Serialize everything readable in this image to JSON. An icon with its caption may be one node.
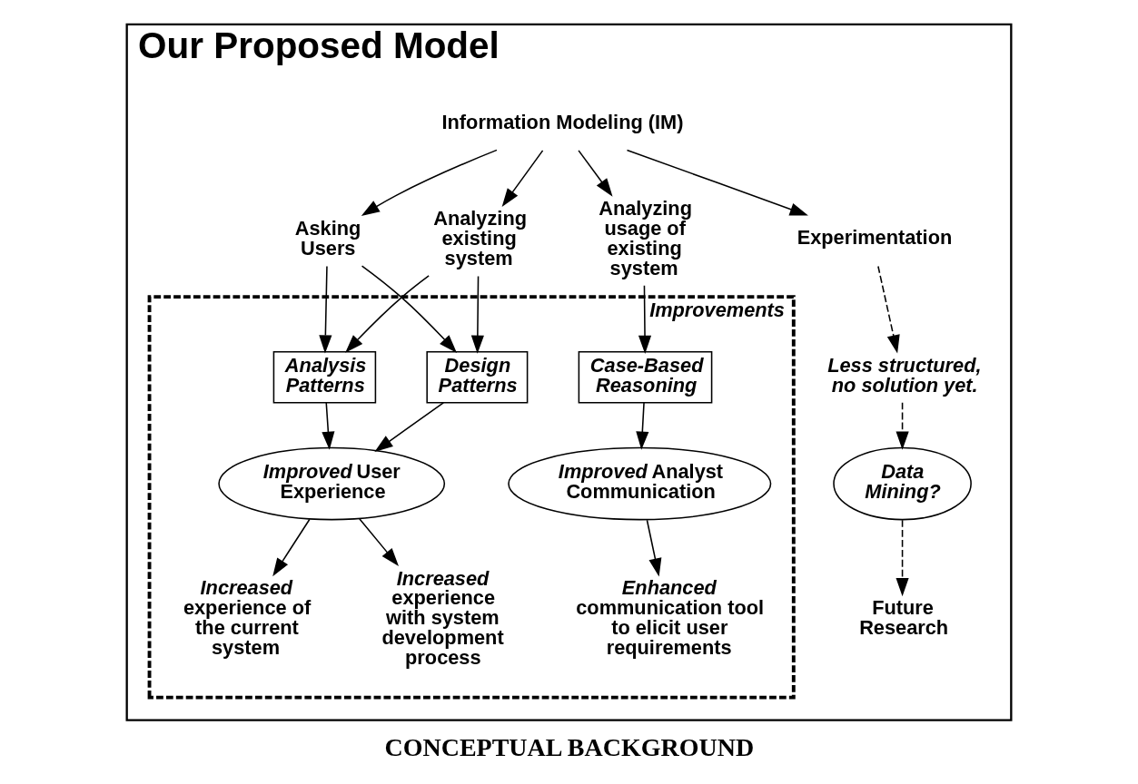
{
  "diagram": {
    "caption": "CONCEPTUAL BACKGROUND",
    "nodes": [
      {
        "text": [
          "Our Proposed Model"
        ]
      },
      {
        "text": [
          "Information Modeling (IM)"
        ],
        "in": 0
      },
      {
        "text": [
          "Asking Users"
        ],
        "in": 0
      },
      {
        "text": [
          "Analyzing existing system"
        ],
        "in": 0
      },
      {
        "text": [
          "Analyzing usage of existing system"
        ],
        "in": 0
      },
      {
        "text": [
          "Experimentation"
        ],
        "in": 0
      },
      {
        "text": [
          "Improvements"
        ],
        "in": 0
      },
      {
        "text": [
          "Design Patterns"
        ],
        "in": 6
      },
      {
        "text": [
          "Analysis Patterns"
        ],
        "in": 6
      },
      {
        "text": [
          "Case-Based Reasoning"
        ],
        "in": 6
      },
      {
        "text": [
          "*Improved* User Experience"
        ],
        "in": 6
      },
      {
        "text": [
          "*Improved* Analyst Communication"
        ],
        "in": 6
      },
      {
        "text": [
          "*Increased* experience of the current system"
        ],
        "in": 6
      },
      {
        "text": [
          "*Increased* experience with system development process"
        ],
        "in": 6
      },
      {
        "text": [
          "*Enhanced* communication tool to elicit user requirements"
        ],
        "in": 6
      },
      {
        "text": [
          "Less structured, no solution yet."
        ],
        "in": 0
      },
      {
        "text": [
          "Data Mining?"
        ],
        "in": 0
      },
      {
        "text": [
          "Future Research"
        ],
        "in": 0
      }
    ],
    "edges": [
      {
        "from": 1,
        "to": 2,
        "arrow": "to"
      },
      {
        "from": 1,
        "to": 3,
        "arrow": "to"
      },
      {
        "from": 1,
        "to": 4,
        "arrow": "to"
      },
      {
        "from": 1,
        "to": 5,
        "arrow": "to"
      },
      {
        "from": 2,
        "to": 7,
        "arrow": "to"
      },
      {
        "from": 2,
        "to": 8,
        "arrow": "to"
      },
      {
        "from": 3,
        "to": 7,
        "arrow": "to"
      },
      {
        "from": 3,
        "to": 8,
        "arrow": "to"
      },
      {
        "from": 4,
        "to": 9,
        "arrow": "to"
      },
      {
        "from": 7,
        "to": 10,
        "arrow": "to"
      },
      {
        "from": 8,
        "to": 10,
        "arrow": "to"
      },
      {
        "from": 9,
        "to": 11,
        "arrow": "to"
      },
      {
        "from": 10,
        "to": 12,
        "arrow": "to"
      },
      {
        "from": 10,
        "to": 13,
        "arrow": "to"
      },
      {
        "from": 11,
        "to": 14,
        "arrow": "to"
      },
      {
        "from": 5,
        "to": 15,
        "arrow": "to",
        "style": "dashed"
      },
      {
        "from": 15,
        "to": 16,
        "arrow": "to",
        "style": "dashed"
      },
      {
        "from": 16,
        "to": 17,
        "arrow": "to",
        "style": "dashed"
      }
    ]
  }
}
